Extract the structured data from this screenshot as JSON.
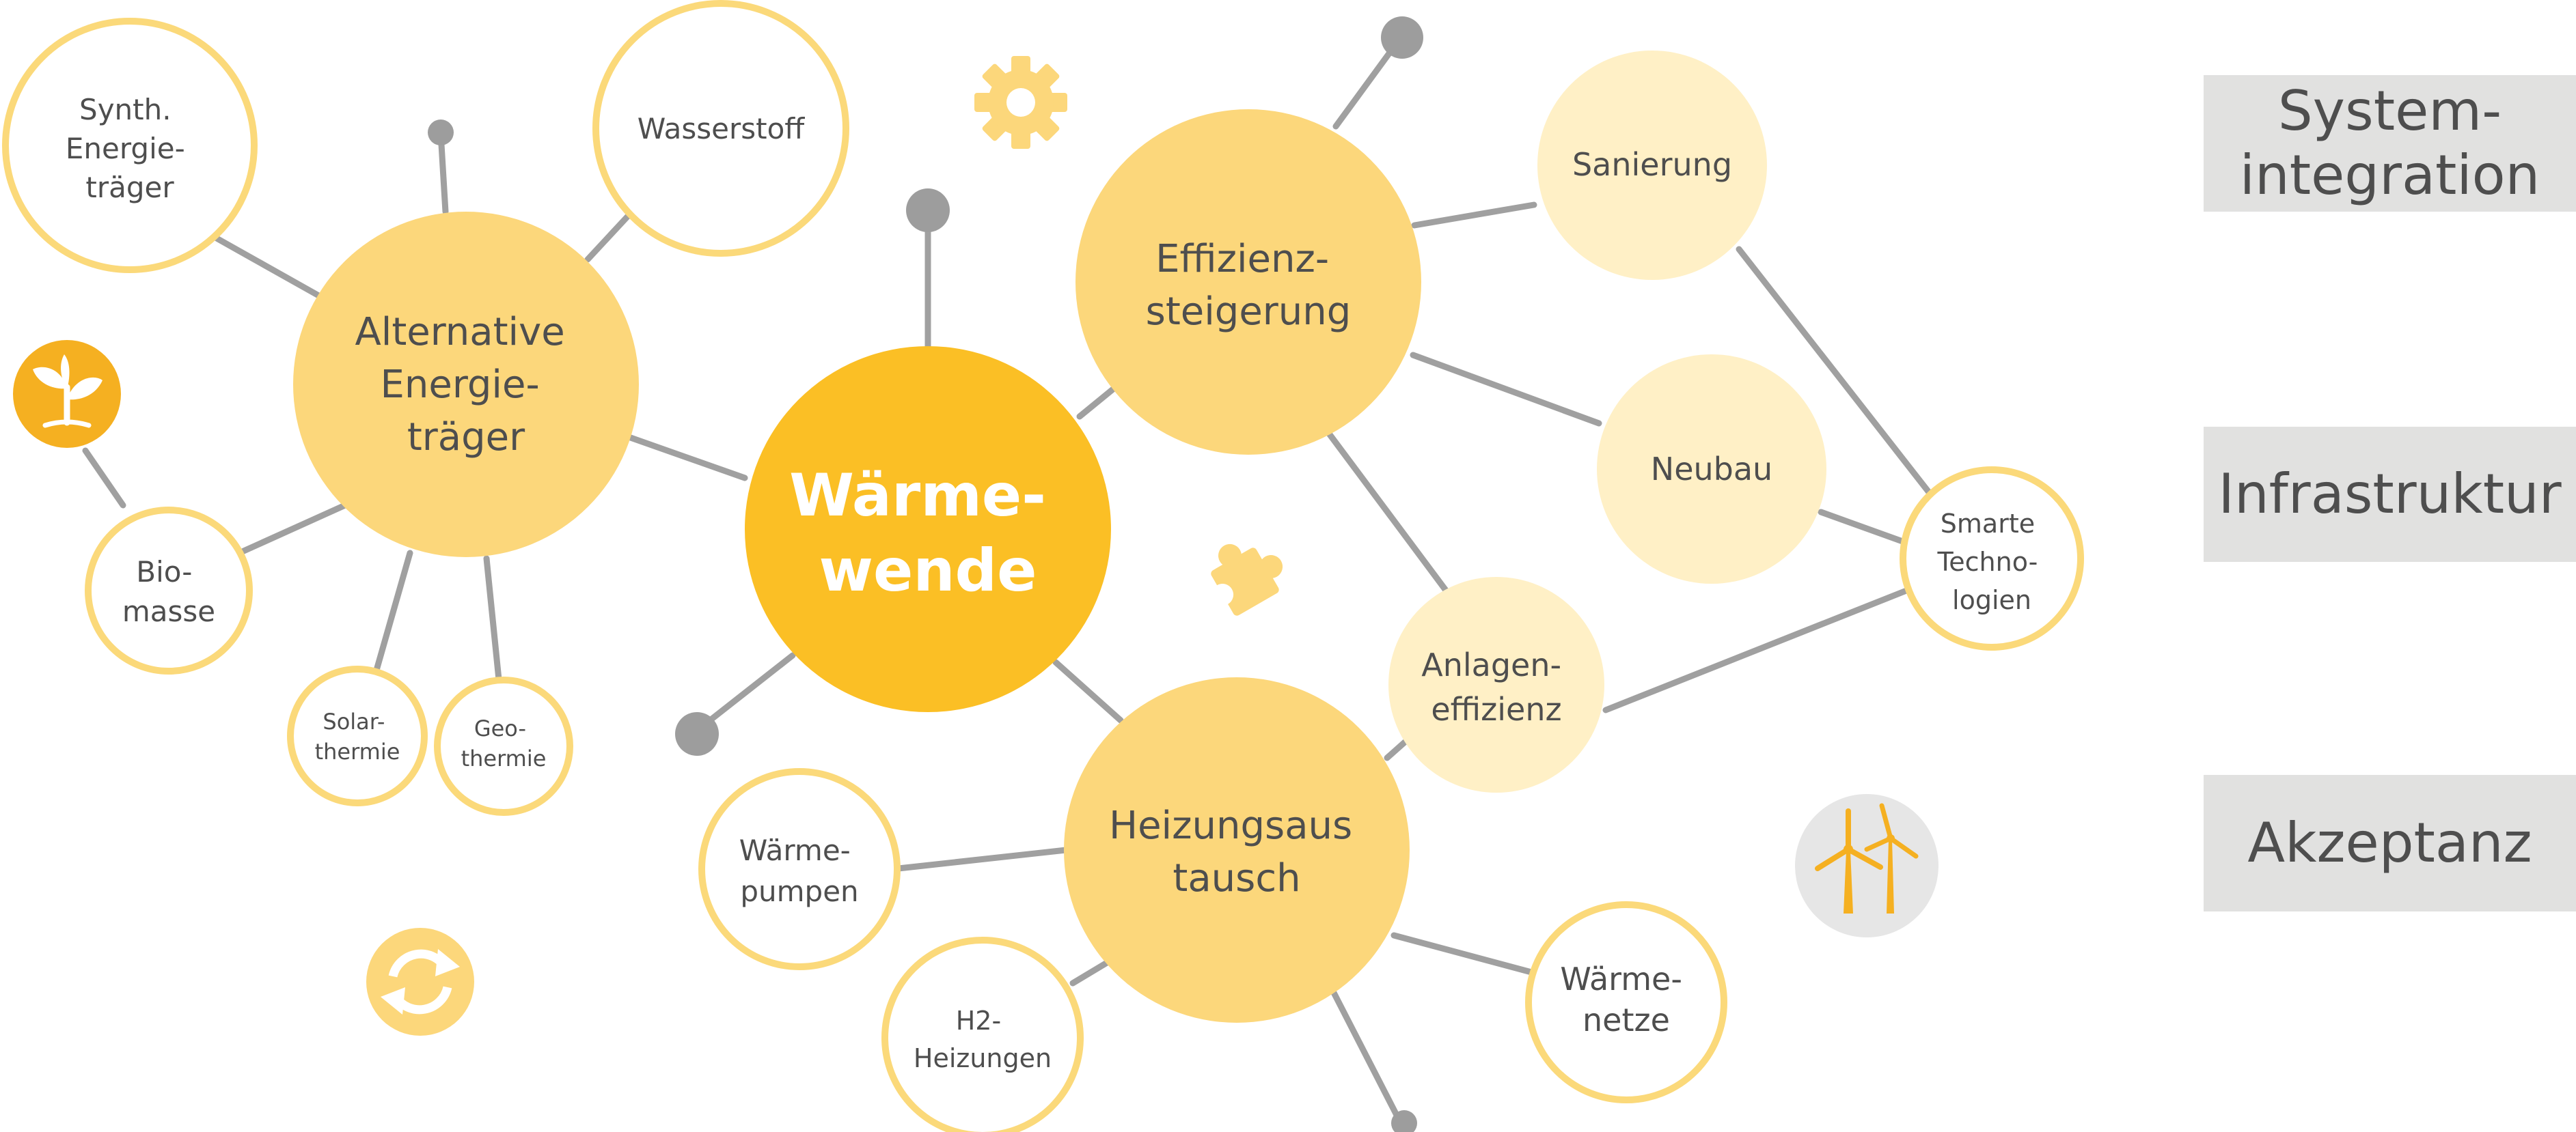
{
  "colors": {
    "connector": "#a0a0a0",
    "dot": "#9d9d9d",
    "center": "#fbbf25",
    "main": "#fcd77b",
    "light": "#fff0c6",
    "ring": "#fbd97a",
    "text_dark": "#4e4e4e",
    "text_white": "#ffffff",
    "side_bg": "#e1e1e0"
  },
  "center": {
    "line1": "Wärme-",
    "line2": "wende"
  },
  "main_topics": [
    {
      "lines": [
        "Alternative",
        "Energie-",
        "träger"
      ]
    },
    {
      "lines": [
        "Effizienz-",
        "steigerung"
      ]
    },
    {
      "lines": [
        "Heizungsaus",
        "tausch"
      ]
    }
  ],
  "sub_topics": [
    {
      "lines": [
        "Synth.",
        "Energie-",
        "träger"
      ]
    },
    {
      "lines": [
        "Wasserstoff"
      ]
    },
    {
      "lines": [
        "Bio-",
        "masse"
      ]
    },
    {
      "lines": [
        "Solar-",
        "thermie"
      ]
    },
    {
      "lines": [
        "Geo-",
        "thermie"
      ]
    },
    {
      "lines": [
        "Sanierung"
      ]
    },
    {
      "lines": [
        "Neubau"
      ]
    },
    {
      "lines": [
        "Anlagen-",
        "effizienz"
      ]
    },
    {
      "lines": [
        "Smarte",
        "Techno-",
        "logien"
      ]
    },
    {
      "lines": [
        "Wärme-",
        "pumpen"
      ]
    },
    {
      "lines": [
        "H2-",
        "Heizungen"
      ]
    },
    {
      "lines": [
        "Wärme-",
        "netze"
      ]
    }
  ],
  "icons": [
    "seedling-icon",
    "gear-icon",
    "puzzle-icon",
    "recycle-icon",
    "wind-turbine-icon"
  ],
  "side_labels": [
    {
      "text": "System-\nintegration"
    },
    {
      "text": "Infrastruktur"
    },
    {
      "text": "Akzeptanz"
    }
  ]
}
